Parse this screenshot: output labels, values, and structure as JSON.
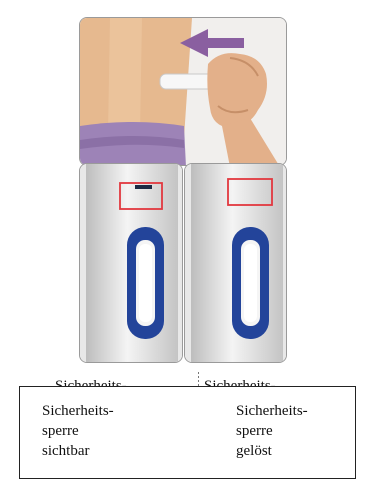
{
  "illustration": {
    "top_scene": "injection-pen-applied-to-arm",
    "arrow_color": "#8a5fa0",
    "left_pen": {
      "state": "Sicherheitssperre sichtbar",
      "indicator": "dark-mark-visible"
    },
    "right_pen": {
      "state": "Sicherheitssperre gelöst",
      "indicator": "empty-window"
    },
    "highlight_color": "#e2383f",
    "window_color": "#1f3f8f"
  },
  "cut_labels": {
    "left": "Sicherheits-",
    "right": "Sicherheits-"
  },
  "caption": {
    "left": [
      "Sicherheits-",
      "sperre",
      "sichtbar"
    ],
    "right": [
      "Sicherheits-",
      "sperre",
      "gelöst"
    ]
  }
}
